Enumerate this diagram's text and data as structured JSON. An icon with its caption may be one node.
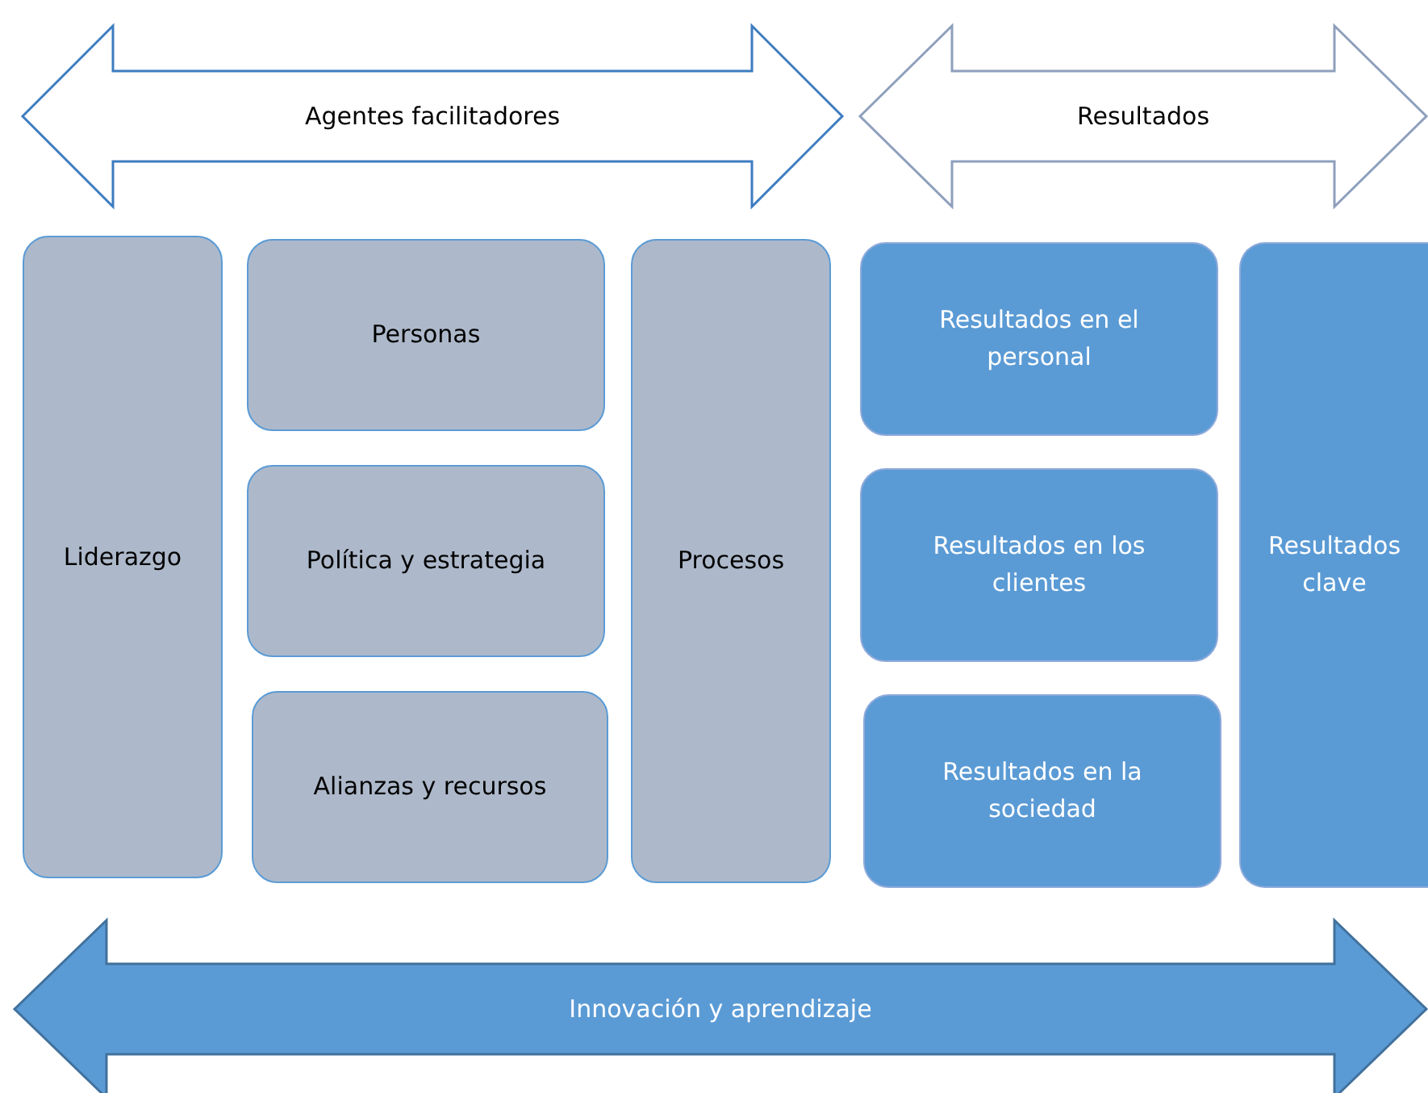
{
  "diagram": {
    "nodes": [
      {
        "text": [
          "Agentes facilitadores"
        ]
      },
      {
        "text": [
          "Resultados"
        ]
      },
      {
        "text": [
          "Liderazgo"
        ]
      },
      {
        "text": [
          "Personas"
        ]
      },
      {
        "text": [
          "Política y estrategia"
        ]
      },
      {
        "text": [
          "Alianzas y recursos"
        ]
      },
      {
        "text": [
          "Procesos"
        ]
      },
      {
        "text": [
          "Resultados en el personal"
        ]
      },
      {
        "text": [
          "Resultados en los clientes"
        ]
      },
      {
        "text": [
          "Resultados en la sociedad"
        ]
      },
      {
        "text": [
          "Resultados clave"
        ]
      },
      {
        "text": [
          "Innovación y aprendizaje"
        ]
      }
    ]
  }
}
